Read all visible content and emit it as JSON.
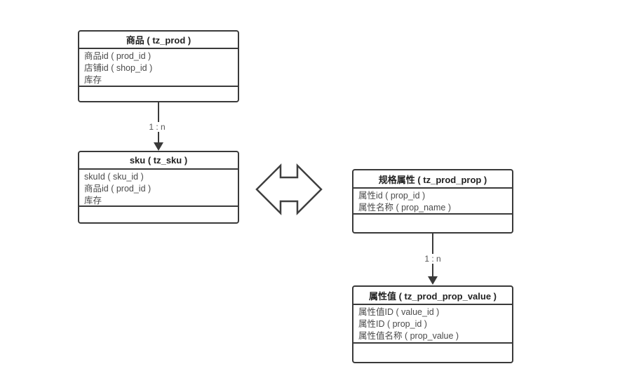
{
  "diagram": {
    "entities": {
      "prod": {
        "title": "商品 ( tz_prod )",
        "fields": [
          "商品id ( prod_id )",
          "店铺id ( shop_id )",
          "库存"
        ]
      },
      "sku": {
        "title": "sku ( tz_sku )",
        "fields": [
          "skuId ( sku_id )",
          "商品id ( prod_id )",
          "库存"
        ]
      },
      "prop": {
        "title": "规格属性 ( tz_prod_prop )",
        "fields": [
          "属性id ( prop_id )",
          "属性名称 ( prop_name )"
        ]
      },
      "prop_value": {
        "title": "属性值 ( tz_prod_prop_value )",
        "fields": [
          "属性值ID ( value_id )",
          "属性ID ( prop_id )",
          "属性值名称 ( prop_value )"
        ]
      }
    },
    "relations": {
      "prod_to_sku": {
        "label": "1 : n"
      },
      "prop_to_value": {
        "label": "1 : n"
      }
    },
    "colors": {
      "background": "#ffffff",
      "entity_border": "#3a3a3a",
      "title_text": "#222222",
      "field_text": "#4a4a4a",
      "label_text": "#555555"
    }
  }
}
